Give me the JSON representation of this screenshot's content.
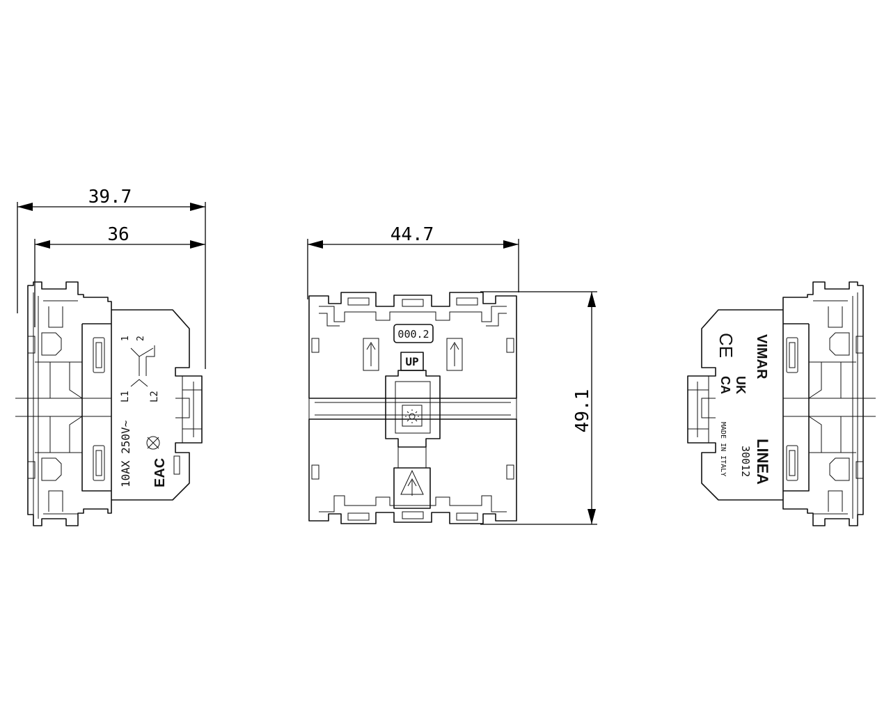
{
  "dimensions": {
    "overall_width": "39.7",
    "body_width": "36",
    "front_width": "44.7",
    "height": "49.1"
  },
  "left_view": {
    "rating": "10AX 250V~",
    "terminal_l1": "L1",
    "terminal_l2": "L2",
    "contact_1": "1",
    "contact_2": "2",
    "eac_mark": "EAC"
  },
  "front_view": {
    "code_label": "000.2",
    "up_label": "UP"
  },
  "right_view": {
    "brand": "VIMAR",
    "ce_mark": "CE",
    "ukca_top": "UK",
    "ukca_bottom": "CA",
    "made_in": "MADE IN ITALY",
    "series": "LINEA",
    "article": "30012"
  }
}
